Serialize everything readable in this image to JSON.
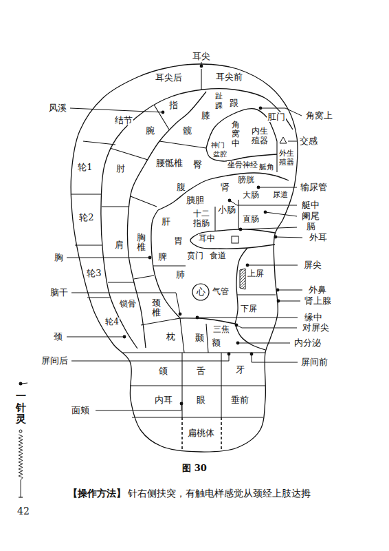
{
  "diagram": {
    "caption": "图 30",
    "nodes": [
      {
        "text": [
          "心"
        ]
      }
    ],
    "labels": [
      "耳尖",
      "耳尖后",
      "耳尖前",
      "风溪",
      "结节",
      "指",
      "趾",
      "踝",
      "跟",
      "膝",
      "角窝上",
      "肛门",
      "腕",
      "髋",
      "角窝中",
      "内生殖器",
      "神门",
      "盆腔",
      "交感",
      "外生殖器",
      "腰骶椎",
      "肘",
      "轮1",
      "臀",
      "坐骨神经",
      "艇角",
      "膀胱",
      "腹",
      "肾",
      "输尿管",
      "尿道",
      "大肠",
      "胰胆",
      "艇中",
      "小肠",
      "阑尾",
      "轮2",
      "肝",
      "十二指肠",
      "直肠",
      "膈",
      "外耳",
      "耳中",
      "肩",
      "胸椎",
      "胃",
      "胸",
      "脾",
      "贲门",
      "食道",
      "屏尖",
      "轮3",
      "上屏",
      "肺",
      "外鼻",
      "气管",
      "脑干",
      "肾上腺",
      "锁骨",
      "颈椎",
      "下屏",
      "缘中",
      "轮4",
      "三焦",
      "对屏尖",
      "颈",
      "枕",
      "颞",
      "额",
      "内分泌",
      "屏间后",
      "屏间前",
      "颌",
      "舌",
      "牙",
      "内耳",
      "眼",
      "垂前",
      "面颊",
      "扁桃体",
      "【操作方法】",
      "针右侧扶突，有触电样感觉从颈经上肢达拇",
      "一针灵",
      "42"
    ]
  }
}
